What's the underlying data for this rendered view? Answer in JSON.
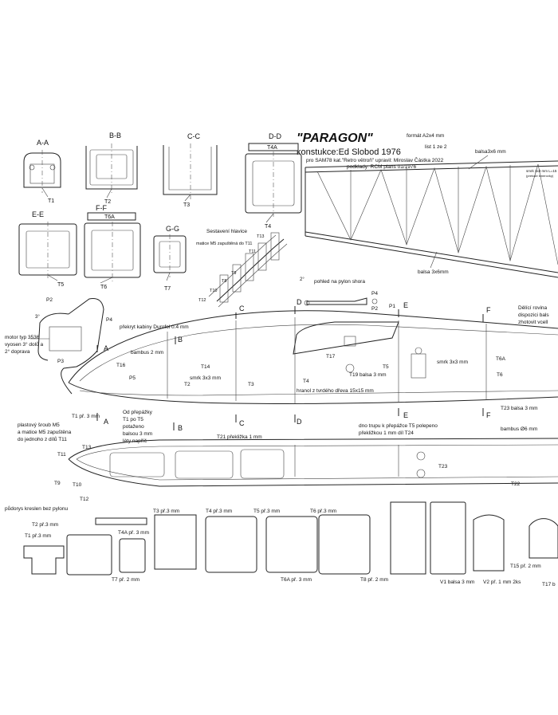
{
  "title_block": {
    "title": "\"PARAGON\"",
    "designer": "konstukce:Ed Slobod  1976",
    "format": "formát A2x4 mm",
    "sheet": "list 1 ze 2",
    "line1": "pro SAM78 kat.\"Retro větroň\" upravil: Miroslav Částka 2022",
    "line2": "podklady: RCM plans 01/1976"
  },
  "sections": [
    {
      "title": "A-A",
      "part": "T1"
    },
    {
      "title": "B-B",
      "part": "T2"
    },
    {
      "title": "C-C",
      "part": "T3"
    },
    {
      "title": "D-D",
      "top": "T4A",
      "part": "T4"
    },
    {
      "title": "E-E",
      "part": "T5"
    },
    {
      "title": "F-F",
      "top": "T6A",
      "part": "T6"
    },
    {
      "title": "G-G",
      "part": "T7"
    }
  ],
  "head_assembly": {
    "title": "Sestavení hlavice",
    "note": "matice M5 zapuštěná do T11",
    "parts": [
      "T13",
      "T11",
      "T9",
      "T8",
      "T10",
      "T12"
    ]
  },
  "top_view_pylon": "pohled na pylon shora",
  "side_view": {
    "labels": {
      "p2": "P2",
      "p4": "P4",
      "p3": "P3",
      "p5": "P5",
      "p1": "P1",
      "p2b": "P2",
      "p4b": "P4",
      "t16": "T16",
      "t14": "T14",
      "t2": "T2",
      "t3": "T3",
      "t4": "T4",
      "t5": "T5",
      "t6": "T6",
      "t6a": "T6A",
      "t17": "T17",
      "t19": "T19 balsa 3 mm",
      "t23": "T23 balsa 3 mm",
      "t1": "T1 př. 3 mm",
      "deg": "3°",
      "deg2": "2°"
    },
    "notes": {
      "canopy": "překryt kabiny Durofol 0.4 mm",
      "motor": "motor typ 3536\nvyosen 3° dolů a\n2° doprava",
      "bamboo2": "bambus 2 mm",
      "spruce": "smrk 3x3 mm",
      "spruce2": "smrk 3x3 mm",
      "hardwood": "hranol z tvrdého dřeva 15x15 mm",
      "bulkhead": "Od přepážky\nT1 po T5\npotaženo\nbalsou 3 mm\nlèty napříč",
      "bottom": "dno trupu k přepážce T5 polepeno\npřekližkou 1 mm díl T24",
      "split": "Dělící rovina\ndispozici bals\nzhotovit vcell"
    },
    "cuts": [
      "A",
      "B",
      "C",
      "D",
      "E",
      "F"
    ]
  },
  "boom": {
    "balsa1": "balsa3x6 mm",
    "balsa2": "balsa 3x6mm",
    "spruce": "smrk 3x3 mm L=15",
    "spruce_note": "(pretoze smerovky)"
  },
  "plan_view": {
    "screw_note": "plastový šroub M5\na matice M5 zapuštěna\ndo jednoho z dílů T11",
    "caption": "půdorys kreslen bez pylonu",
    "labels": {
      "t21": "T21 překližka 1 mm",
      "bamboo6": "bambus Ø6 mm",
      "t11": "T11",
      "t13": "T13",
      "t9": "T9",
      "t10": "T10",
      "t12": "T12",
      "t23": "T23",
      "t22": "T22"
    }
  },
  "parts_row": [
    "T2 př.3 mm",
    "T1 př.3 mm",
    "T4A př. 3 mm",
    "T7 př. 2 mm",
    "T3 př.3 mm",
    "T4 př.3 mm",
    "T5 př.3 mm",
    "T6 př.3 mm",
    "T6A př. 3 mm",
    "T8 př. 2 mm",
    "V1 balsa 3 mm",
    "V2 př. 1 mm 2ks",
    "T15 př. 2 mm",
    "T17 b"
  ]
}
